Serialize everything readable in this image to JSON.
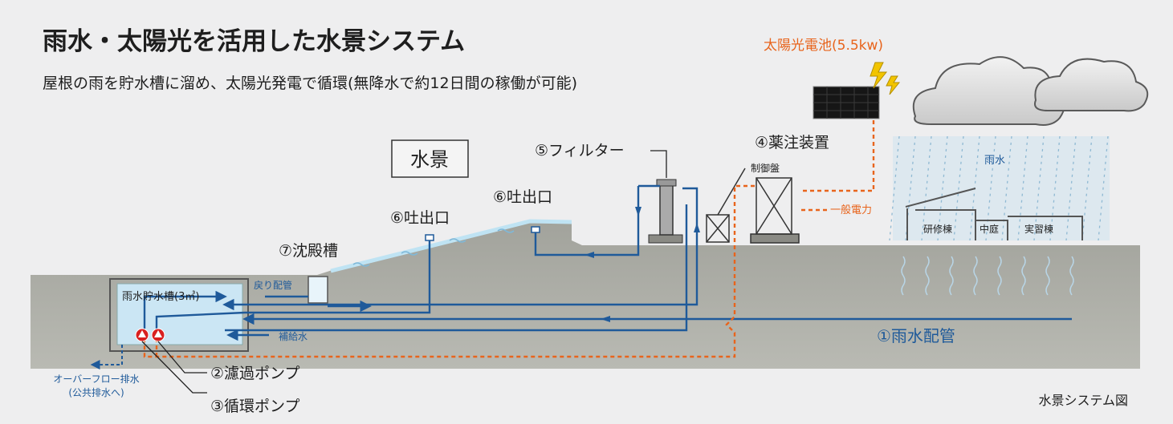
{
  "title": "雨水・太陽光を活用した水景システム",
  "subtitle": "屋根の雨を貯水槽に溜め、太陽光発電で循環(無降水で約12日間の稼働が可能)",
  "caption": "水景システム図",
  "labels": {
    "suikei": "水景",
    "solar_battery": "太陽光電池(5.5kw)",
    "filter": "⑤フィルター",
    "chemical": "④薬注装置",
    "control_panel": "制御盤",
    "grid_power": "一般電力",
    "outlet_upper": "⑥吐出口",
    "outlet_lower": "⑥吐出口",
    "settling_tank": "⑦沈殿槽",
    "storage_tank": "雨水貯水槽(3㎥)",
    "return_pipe": "戻り配管",
    "makeup_water": "補給水",
    "rain_pipe": "①雨水配管",
    "filter_pump": "②濾過ポンプ",
    "circ_pump": "③循環ポンプ",
    "overflow_1": "オーバーフロー排水",
    "overflow_2": "(公共排水へ)",
    "rain": "雨水",
    "bldg_1": "研修棟",
    "bldg_2": "中庭",
    "bldg_3": "実習棟"
  },
  "icons": [
    "lightning-icon",
    "cloud-icon",
    "solar-panel-icon",
    "pump-icon",
    "rain-icon"
  ],
  "colors": {
    "water_pipe": "#1f5a9a",
    "power_line": "#e8641c",
    "ground": "#a6a79f",
    "tank_water": "#cbe6f4"
  }
}
